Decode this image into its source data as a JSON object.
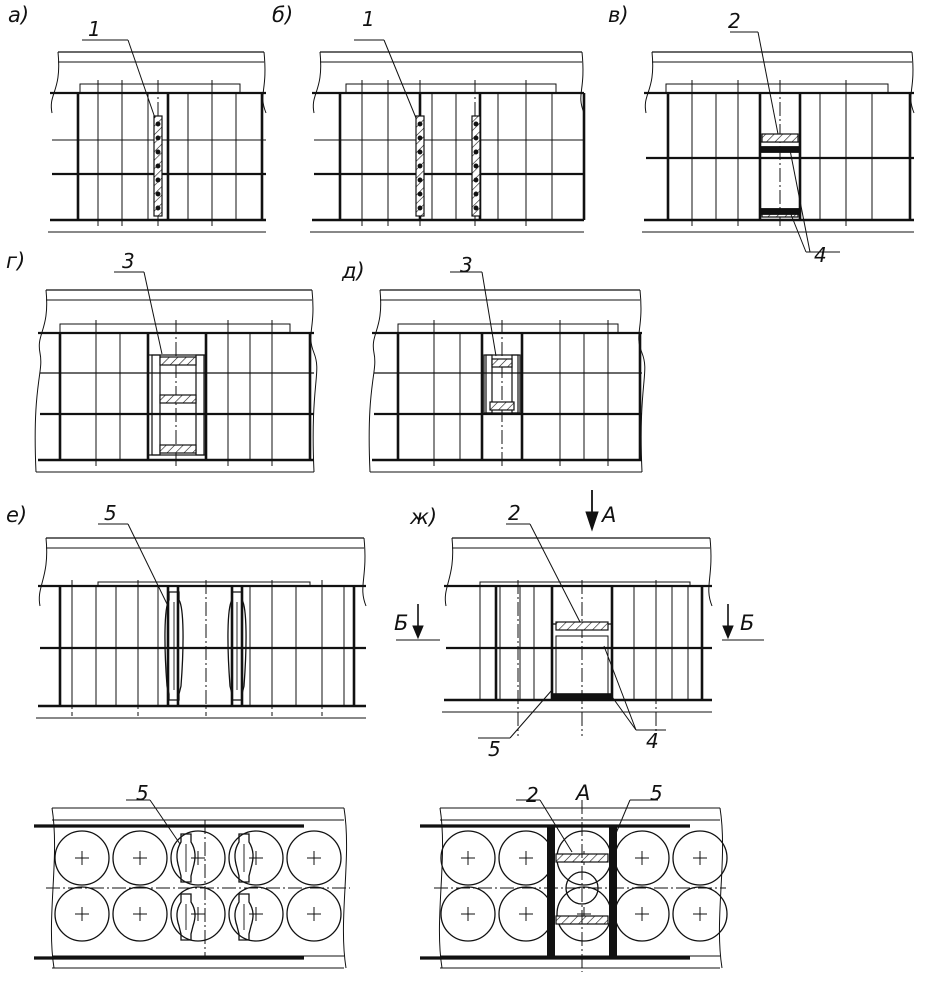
{
  "panels": [
    {
      "id": "a",
      "letter": "а)",
      "callouts": [
        "1"
      ]
    },
    {
      "id": "b",
      "letter": "б)",
      "callouts": [
        "1"
      ]
    },
    {
      "id": "v",
      "letter": "в)",
      "callouts": [
        "2",
        "4"
      ]
    },
    {
      "id": "g",
      "letter": "г)",
      "callouts": [
        "3"
      ]
    },
    {
      "id": "d",
      "letter": "д)",
      "callouts": [
        "3"
      ]
    },
    {
      "id": "e",
      "letter": "е)",
      "callouts": [
        "5"
      ]
    },
    {
      "id": "zh",
      "letter": "ж)",
      "callouts": [
        "2",
        "5",
        "4"
      ]
    },
    {
      "id": "sec1",
      "letter": "",
      "callouts": [
        "5"
      ]
    },
    {
      "id": "sec2",
      "letter": "",
      "callouts": [
        "2",
        "5"
      ]
    }
  ],
  "view_markers": {
    "arrow_a": "А",
    "arrow_b_left": "Б",
    "arrow_b_right": "Б",
    "view_a_title": "А"
  },
  "colors": {
    "ink": "#111111",
    "paper": "#ffffff"
  }
}
